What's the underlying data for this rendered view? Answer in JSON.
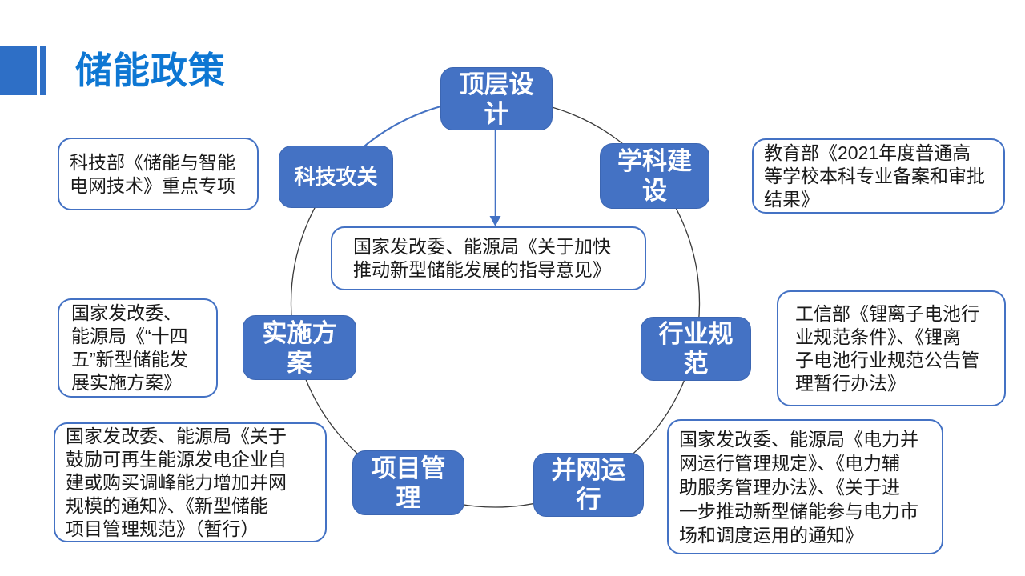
{
  "slide": {
    "title": "储能政策"
  },
  "colors": {
    "node_fill": "#4472C4",
    "node_border": "#3C66B2",
    "callout_border": "#4472C4",
    "title_blue": "#0E77D3",
    "decor_blue": "#2E6FC6",
    "circle_stroke": "#3A3A3A",
    "arrow_blue": "#4472C4"
  },
  "diagram": {
    "nodes": [
      {
        "id": "top-level-design",
        "lines": [
          "顶层设",
          "计"
        ]
      },
      {
        "id": "discipline-building",
        "lines": [
          "学科建",
          "设"
        ]
      },
      {
        "id": "industry-standards",
        "lines": [
          "行业规",
          "范"
        ]
      },
      {
        "id": "grid-operation",
        "lines": [
          "并网运",
          "行"
        ]
      },
      {
        "id": "project-management",
        "lines": [
          "项目管",
          "理"
        ]
      },
      {
        "id": "implementation-plan",
        "lines": [
          "实施方",
          "案"
        ]
      },
      {
        "id": "tech-research",
        "lines": [
          "科技攻关"
        ]
      }
    ],
    "callouts": [
      {
        "id": "tech-research-policy",
        "lines": [
          "科技部《储能与智能",
          "电网技术》重点专项"
        ]
      },
      {
        "id": "discipline-policy",
        "lines": [
          "教育部《2021年度普通高",
          "等学校本科专业备案和审批",
          "结果》"
        ]
      },
      {
        "id": "center-guideline",
        "lines": [
          "国家发改委、能源局《关于加快",
          "推动新型储能发展的指导意见》"
        ]
      },
      {
        "id": "implementation-policy",
        "lines": [
          "国家发改委、",
          "能源局《“十四",
          "五”新型储能发",
          "展实施方案》"
        ]
      },
      {
        "id": "industry-standards-policy",
        "lines": [
          "工信部《锂离子电池行",
          "业规范条件》、《锂离",
          "子电池行业规范公告管",
          "理暂行办法》"
        ]
      },
      {
        "id": "project-management-policy",
        "lines": [
          "国家发改委、能源局《关于",
          "鼓励可再生能源发电企业自",
          "建或购买调峰能力增加并网",
          "规模的通知》、《新型储能",
          "项目管理规范》（暂行）"
        ]
      },
      {
        "id": "grid-operation-policy",
        "lines": [
          "国家发改委、能源局《电力并",
          "网运行管理规定》、《电力辅",
          "助服务管理办法》、《关于进",
          "一步推动新型储能参与电力市",
          "场和调度运用的通知》"
        ]
      }
    ]
  }
}
